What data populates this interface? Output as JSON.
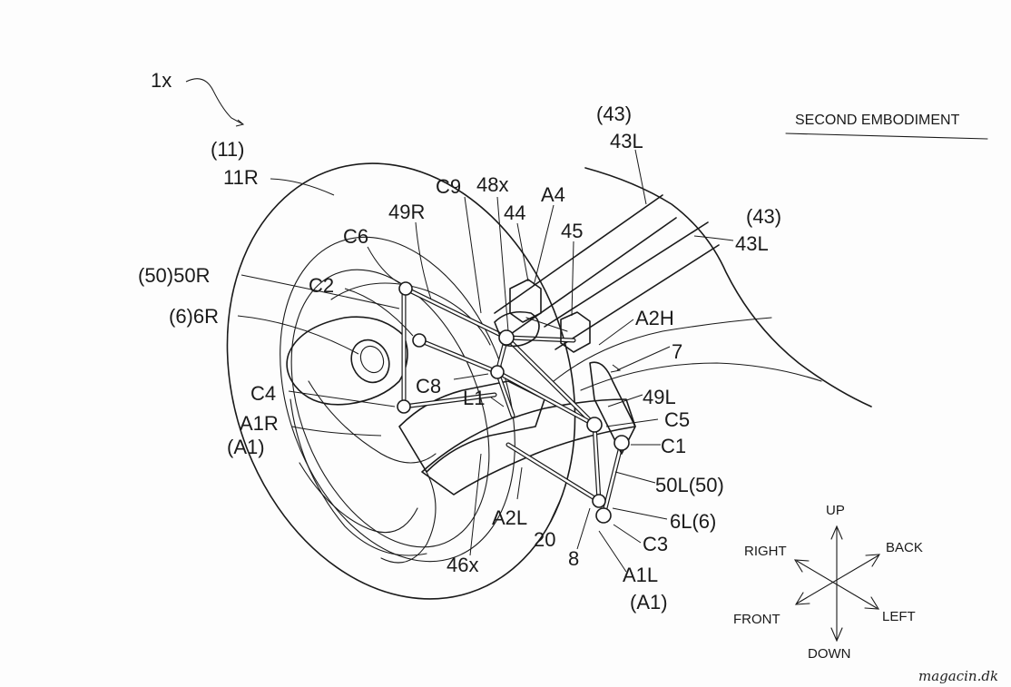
{
  "title": "SECOND EMBODIMENT",
  "labels": {
    "l_1x": "1x",
    "l_11": "(11)",
    "l_11R": "11R",
    "l_43a": "(43)",
    "l_43La": "43L",
    "l_43b": "(43)",
    "l_43Lb": "43L",
    "l_C9": "C9",
    "l_48x": "48x",
    "l_A4": "A4",
    "l_49R": "49R",
    "l_44": "44",
    "l_45": "45",
    "l_C6": "C6",
    "l_50R": "(50)50R",
    "l_C2": "C2",
    "l_6R": "(6)6R",
    "l_A2H": "A2H",
    "l_7": "7",
    "l_C8": "C8",
    "l_L1": "L1",
    "l_49L": "49L",
    "l_C4": "C4",
    "l_A1R": "A1R",
    "l_A1a": "(A1)",
    "l_C5": "C5",
    "l_C1": "C1",
    "l_50L": "50L(50)",
    "l_6L": "6L(6)",
    "l_A2L": "A2L",
    "l_20": "20",
    "l_C3": "C3",
    "l_8": "8",
    "l_46x": "46x",
    "l_A1L": "A1L",
    "l_A1b": "(A1)"
  },
  "directions": {
    "up": "UP",
    "down": "DOWN",
    "right": "RIGHT",
    "left": "LEFT",
    "back": "BACK",
    "front": "FRONT"
  },
  "watermark": "magacin.dk"
}
